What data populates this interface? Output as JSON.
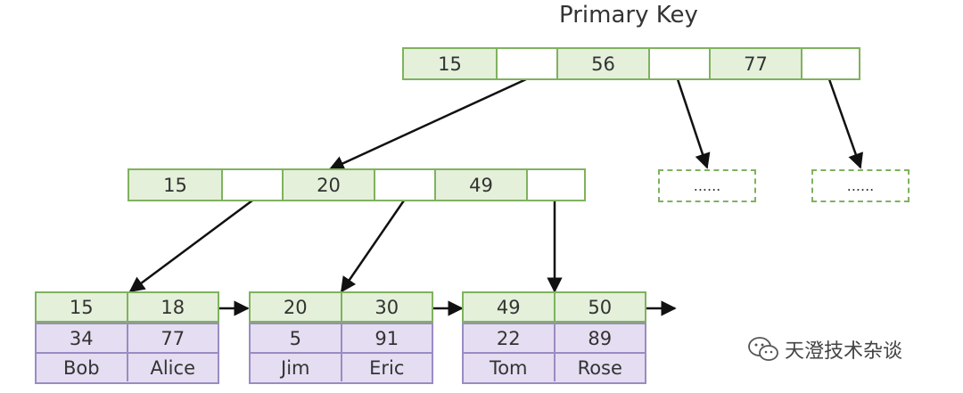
{
  "title": "Primary Key",
  "root": {
    "keys": [
      "15",
      "56",
      "77"
    ]
  },
  "internal": {
    "keys": [
      "15",
      "20",
      "49"
    ]
  },
  "placeholders": [
    "......",
    "......"
  ],
  "leaves": [
    {
      "keys": [
        "15",
        "18"
      ],
      "values": [
        "34",
        "77"
      ],
      "names": [
        "Bob",
        "Alice"
      ]
    },
    {
      "keys": [
        "20",
        "30"
      ],
      "values": [
        "5",
        "91"
      ],
      "names": [
        "Jim",
        "Eric"
      ]
    },
    {
      "keys": [
        "49",
        "50"
      ],
      "values": [
        "22",
        "89"
      ],
      "names": [
        "Tom",
        "Rose"
      ]
    }
  ],
  "watermark": "天澄技术杂谈",
  "colors": {
    "key_fill": "#e4f0da",
    "key_border": "#7fb25e",
    "row_fill": "#e5ddf1",
    "row_border": "#9a8cc2"
  }
}
